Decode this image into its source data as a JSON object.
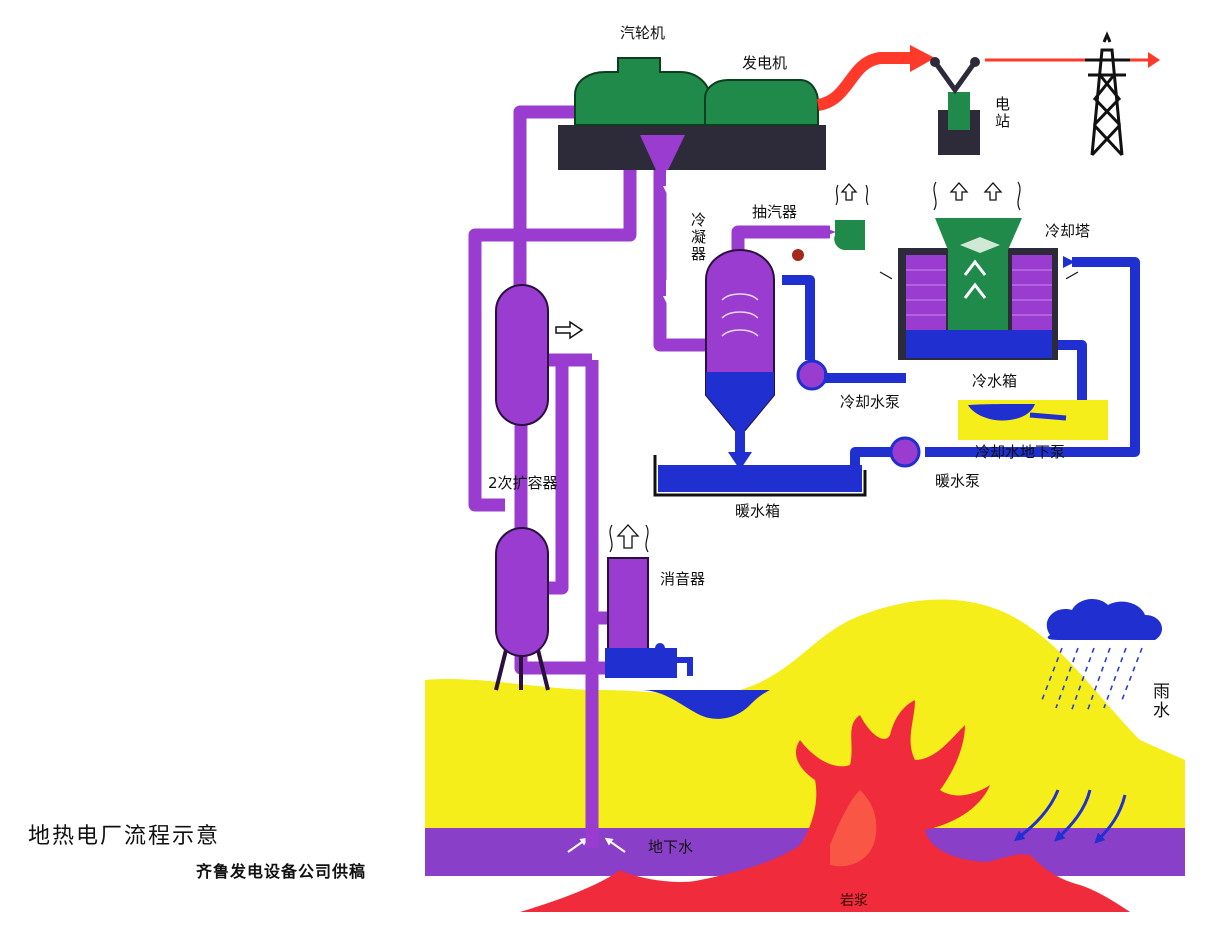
{
  "labels": {
    "turbine": "汽轮机",
    "generator": "发电机",
    "power_station": "电站",
    "condenser": "冷凝器",
    "steam_extractor": "抽汽器",
    "cooling_tower": "冷却塔",
    "cold_water_tank": "冷水箱",
    "cooling_water_pump": "冷却水泵",
    "cooling_water_underground_pump": "冷却水地下泵",
    "warm_water_pump": "暖水泵",
    "warm_water_tank": "暖水箱",
    "secondary_expander": "2次扩容器",
    "muffler": "消音器",
    "rain_water": "雨水",
    "groundwater": "地下水",
    "magma": "岩浆"
  },
  "caption": {
    "title": "地热电厂流程示意",
    "credit": "齐鲁发电设备公司供稿"
  },
  "colors": {
    "pipe_purple": "#9a3ccf",
    "water_blue": "#1f2fd0",
    "equipment_green": "#1f8a4a",
    "earth_yellow": "#f5ee1a",
    "magma_red": "#ef2b3c",
    "power_red": "#ff3a2a",
    "base_dark": "#2d2a3a",
    "underground_purple": "#8a3fc8"
  }
}
